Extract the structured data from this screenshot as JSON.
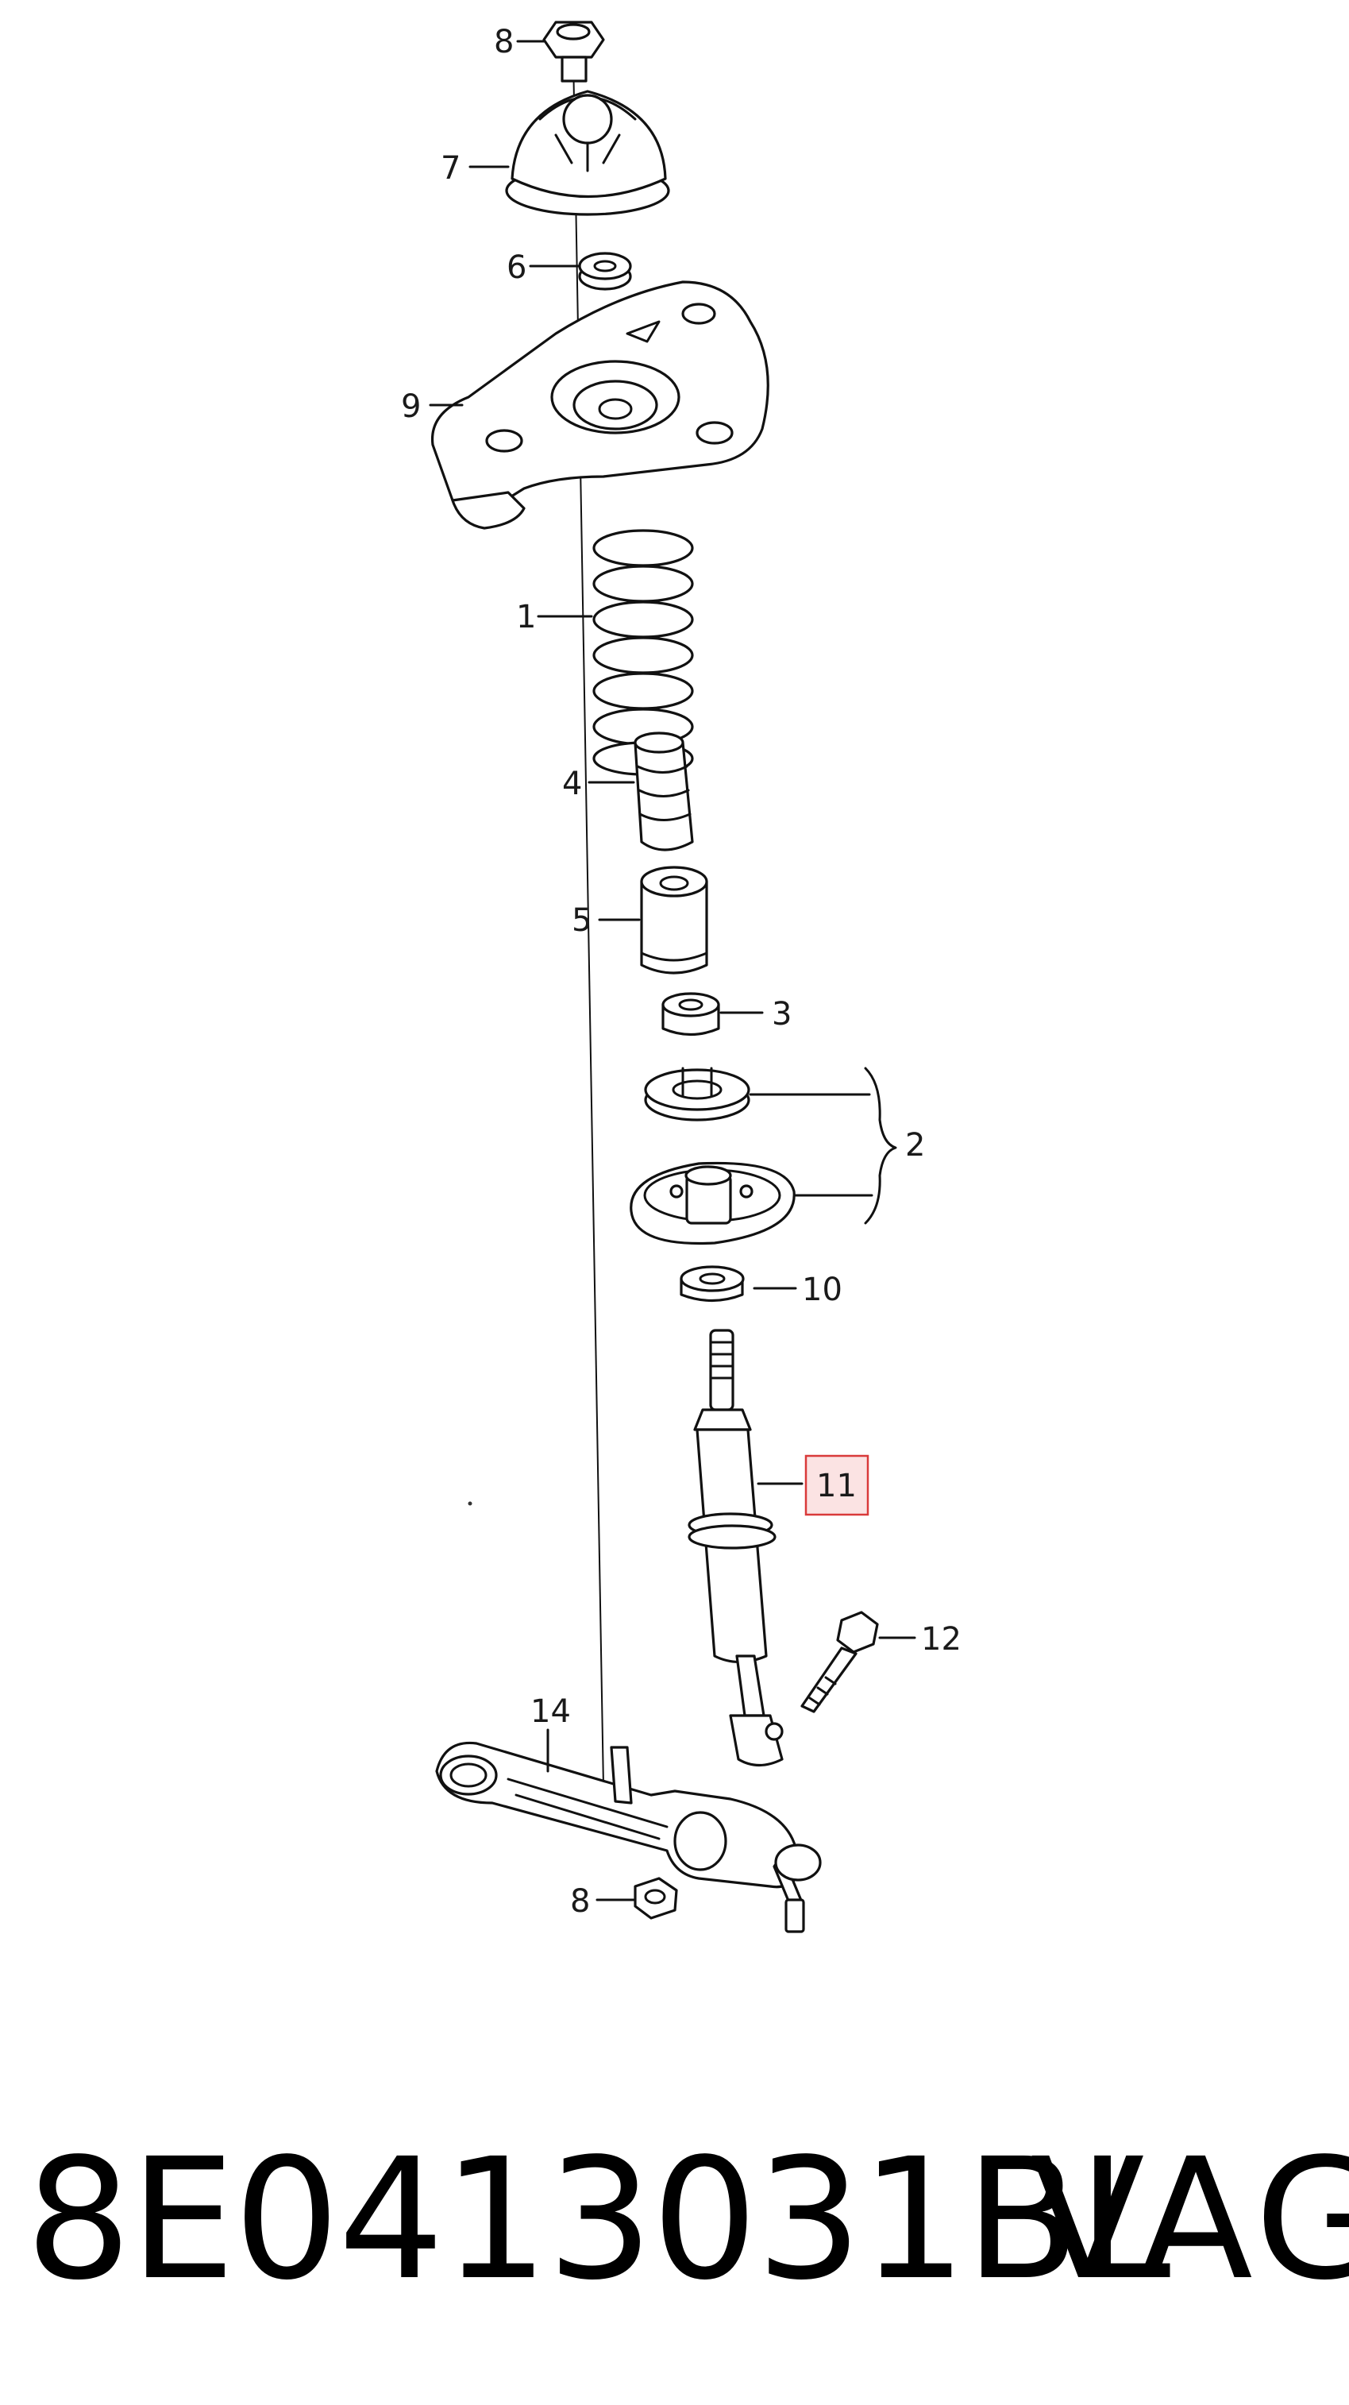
{
  "diagram": {
    "callouts": [
      {
        "id": "8-top",
        "label": "8"
      },
      {
        "id": "7",
        "label": "7"
      },
      {
        "id": "6",
        "label": "6"
      },
      {
        "id": "9",
        "label": "9"
      },
      {
        "id": "1",
        "label": "1"
      },
      {
        "id": "4",
        "label": "4"
      },
      {
        "id": "5",
        "label": "5"
      },
      {
        "id": "3",
        "label": "3"
      },
      {
        "id": "2",
        "label": "2"
      },
      {
        "id": "10",
        "label": "10"
      },
      {
        "id": "11",
        "label": "11",
        "highlighted": true
      },
      {
        "id": "12",
        "label": "12"
      },
      {
        "id": "14",
        "label": "14"
      },
      {
        "id": "8-bottom",
        "label": "8"
      }
    ],
    "highlight_color": "#d93a3a",
    "highlight_fill": "#fbe3e3"
  },
  "footer": {
    "part_number": "8E0413031BL",
    "brand": "VAG"
  }
}
